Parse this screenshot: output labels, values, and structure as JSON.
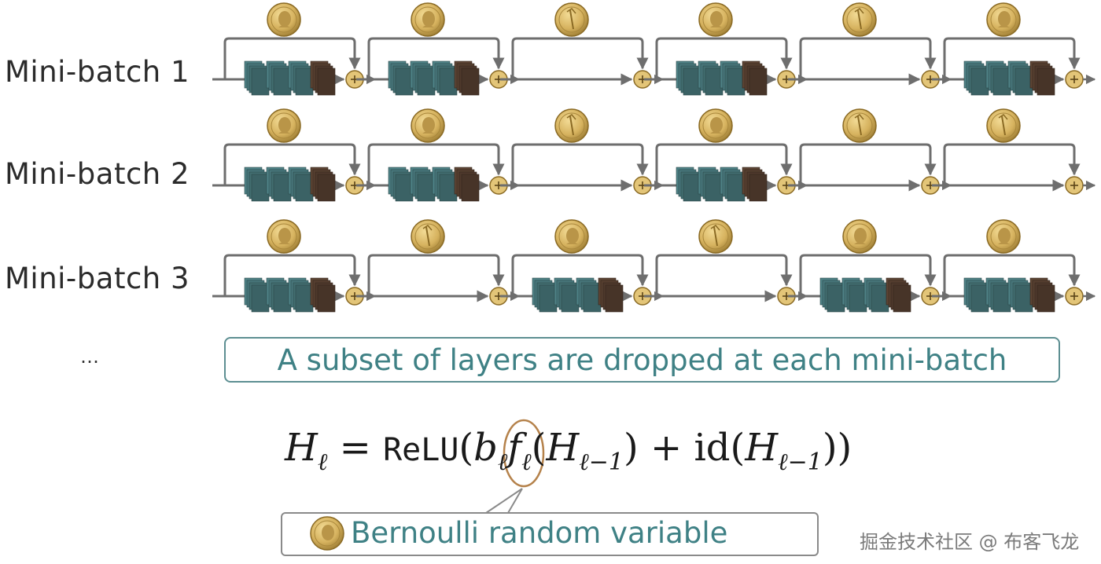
{
  "rows": [
    {
      "label": "Mini-batch 1",
      "blocks": [
        "head",
        "head",
        "tail",
        "head",
        "tail",
        "head"
      ]
    },
    {
      "label": "Mini-batch 2",
      "blocks": [
        "head",
        "head",
        "tail",
        "head",
        "tail",
        "tail"
      ]
    },
    {
      "label": "Mini-batch 3",
      "blocks": [
        "head",
        "tail",
        "head",
        "tail",
        "head",
        "head"
      ]
    }
  ],
  "ellipsis": "…",
  "callout_text": "A subset of layers are dropped at each mini-batch",
  "formula": {
    "H": "H",
    "ell": "ℓ",
    "eq": " = ",
    "relu": "ReLU",
    "lparen": "(",
    "b": "b",
    "f": "f",
    "prev": "ℓ−1",
    "plus": " + ",
    "id": "id",
    "close_single": ")",
    "close_double": "))"
  },
  "bernoulli_label": "Bernoulli random variable",
  "watermark": "掘金技术社区 @ 布客飞龙",
  "colors": {
    "teal_block": "#4f8387",
    "brown_block": "#5e4535",
    "arrow": "#6e6e6e",
    "coin": "#d6b25e",
    "callout_border": "#5d8f92",
    "callout_text": "#3f8185",
    "bern_highlight": "#b5824b"
  },
  "icons": {
    "coin_head": "coin-head-icon",
    "coin_tail": "coin-tail-icon",
    "sum": "plus-circle-icon"
  }
}
